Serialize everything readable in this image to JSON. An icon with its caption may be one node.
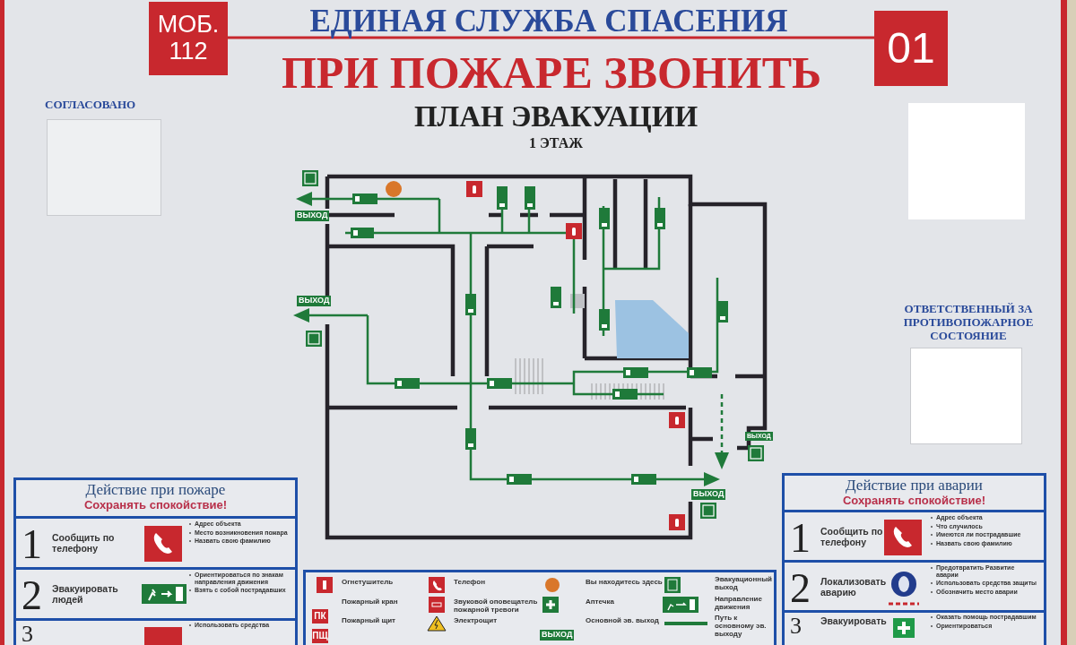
{
  "diagram": {
    "title": "ПЛАН ЭВАКУАЦИИ",
    "nodes": [
      {
        "text": [
          "МОБ. 112"
        ]
      },
      {
        "text": [
          "01"
        ]
      },
      {
        "text": [
          "СОГЛАСОВАНО"
        ]
      },
      {
        "text": [],
        "shape": "box"
      },
      {
        "text": [
          "ОТВЕТСТВЕННЫЙ ЗА ПРОТИВОПОЖАРНОЕ СОСТОЯНИЕ"
        ]
      },
      {
        "text": [
          "Действие при пожаре",
          "Сохранять спокойствие!"
        ]
      },
      {
        "text": [
          "1",
          "Сообщить по телефону",
          "Адрес объекта",
          "Место возникновения пожара",
          "Назвать свою фамилию"
        ],
        "in": 5
      },
      {
        "text": [
          "2",
          "Эвакуировать людей",
          "Ориентироваться по знакам направления движения",
          "Взять с собой пострадавших"
        ],
        "in": 5
      },
      {
        "text": [
          "3",
          "Использовать средства"
        ],
        "in": 5
      },
      {
        "text": [
          "Действие при аварии",
          "Сохранять спокойствие!"
        ]
      },
      {
        "text": [
          "1",
          "Сообщить по телефону",
          "Адрес объекта",
          "Что случилось",
          "Имеются ли пострадавшие",
          "Назвать свою фамилию"
        ],
        "in": 9
      },
      {
        "text": [
          "2",
          "Локализовать аварию",
          "Предотвратить Развитие аварии",
          "Использовать средства защиты",
          "Обозначить место аварии"
        ],
        "in": 9
      },
      {
        "text": [
          "3",
          "Эвакуировать",
          "Оказать помощь пострадавшим",
          "Ориентироваться"
        ],
        "in": 9
      }
    ],
    "edges": [
      {
        "from": 0,
        "to": 1,
        "arrow": "none",
        "color": "#c8282e"
      }
    ],
    "labels": [
      "ЕДИНАЯ СЛУЖБА СПАСЕНИЯ",
      "ПРИ ПОЖАРЕ ЗВОНИТЬ",
      "1 ЭТАЖ",
      "ВЫХОД",
      "ВЫХОД",
      "ВЫХОД",
      "ВЫХОД",
      "ПК",
      "ПЩ",
      "ВЫХОД"
    ],
    "legend": [
      {
        "text": "Огнетушитель"
      },
      {
        "text": "Телефон"
      },
      {
        "text": "Вы находитесь здесь",
        "color": "#d9772a"
      },
      {
        "text": "Эвакуационный выход"
      },
      {
        "text": "Пожарный кран"
      },
      {
        "text": "Звуковой оповещатель пожарной тревоги"
      },
      {
        "text": "Аптечка"
      },
      {
        "text": "Направление движения"
      },
      {
        "text": "Пожарный щит"
      },
      {
        "text": "Электрощит"
      },
      {
        "text": "Основной эв. выход"
      },
      {
        "text": "Путь к основному эв. выходу"
      }
    ]
  }
}
